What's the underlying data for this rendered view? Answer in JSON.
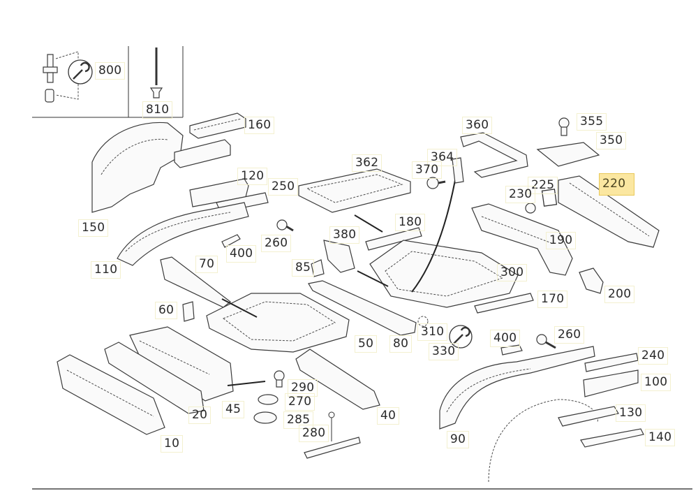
{
  "diagram": {
    "title": "Body floor & rear structure exploded parts diagram",
    "highlight_color": "#fbe7a1",
    "icons": [
      "wrench-icon"
    ],
    "callouts": [
      {
        "id": "800",
        "highlighted": false
      },
      {
        "id": "810",
        "highlighted": false
      },
      {
        "id": "160",
        "highlighted": false
      },
      {
        "id": "120",
        "highlighted": false
      },
      {
        "id": "250",
        "highlighted": false
      },
      {
        "id": "150",
        "highlighted": false
      },
      {
        "id": "260a",
        "label": "260",
        "highlighted": false
      },
      {
        "id": "400a",
        "label": "400",
        "highlighted": false
      },
      {
        "id": "110",
        "highlighted": false
      },
      {
        "id": "70",
        "highlighted": false
      },
      {
        "id": "60",
        "highlighted": false
      },
      {
        "id": "362",
        "highlighted": false
      },
      {
        "id": "180",
        "highlighted": false
      },
      {
        "id": "380",
        "highlighted": false
      },
      {
        "id": "85",
        "highlighted": false
      },
      {
        "id": "360",
        "highlighted": false
      },
      {
        "id": "364",
        "highlighted": false
      },
      {
        "id": "370",
        "highlighted": false
      },
      {
        "id": "355",
        "highlighted": false
      },
      {
        "id": "350",
        "highlighted": false
      },
      {
        "id": "220",
        "highlighted": true
      },
      {
        "id": "225",
        "highlighted": false
      },
      {
        "id": "230",
        "highlighted": false
      },
      {
        "id": "190",
        "highlighted": false
      },
      {
        "id": "300",
        "highlighted": false
      },
      {
        "id": "170",
        "highlighted": false
      },
      {
        "id": "200",
        "highlighted": false
      },
      {
        "id": "310",
        "highlighted": false
      },
      {
        "id": "330",
        "highlighted": false
      },
      {
        "id": "50",
        "highlighted": false
      },
      {
        "id": "80",
        "highlighted": false
      },
      {
        "id": "400b",
        "label": "400",
        "highlighted": false
      },
      {
        "id": "260b",
        "label": "260",
        "highlighted": false
      },
      {
        "id": "240",
        "highlighted": false
      },
      {
        "id": "100",
        "highlighted": false
      },
      {
        "id": "130",
        "highlighted": false
      },
      {
        "id": "140",
        "highlighted": false
      },
      {
        "id": "90",
        "highlighted": false
      },
      {
        "id": "290",
        "highlighted": false
      },
      {
        "id": "270",
        "highlighted": false
      },
      {
        "id": "285",
        "highlighted": false
      },
      {
        "id": "280",
        "highlighted": false
      },
      {
        "id": "40",
        "highlighted": false
      },
      {
        "id": "45",
        "highlighted": false
      },
      {
        "id": "20",
        "highlighted": false
      },
      {
        "id": "10",
        "highlighted": false
      }
    ],
    "labels": {
      "l800": "800",
      "l810": "810",
      "l160": "160",
      "l120": "120",
      "l250": "250",
      "l150": "150",
      "l260a": "260",
      "l400a": "400",
      "l110": "110",
      "l70": "70",
      "l60": "60",
      "l362": "362",
      "l180": "180",
      "l380": "380",
      "l85": "85",
      "l360": "360",
      "l364": "364",
      "l370": "370",
      "l355": "355",
      "l350": "350",
      "l220": "220",
      "l225": "225",
      "l230": "230",
      "l190": "190",
      "l300": "300",
      "l170": "170",
      "l200": "200",
      "l310": "310",
      "l330": "330",
      "l50": "50",
      "l80": "80",
      "l400b": "400",
      "l260b": "260",
      "l240": "240",
      "l100": "100",
      "l130": "130",
      "l140": "140",
      "l90": "90",
      "l290": "290",
      "l270": "270",
      "l285": "285",
      "l280": "280",
      "l40": "40",
      "l45": "45",
      "l20": "20",
      "l10": "10"
    }
  }
}
